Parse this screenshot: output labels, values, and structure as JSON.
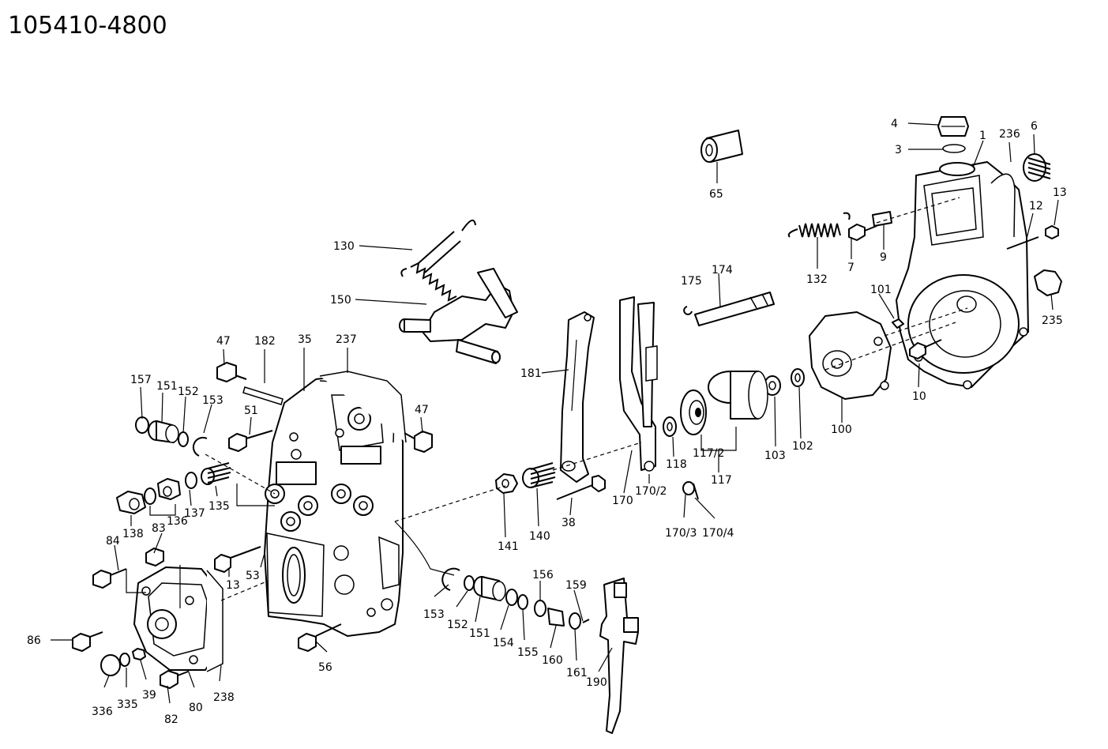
{
  "title": "105410-4800",
  "callouts": {
    "c4": "4",
    "c3": "3",
    "c1": "1",
    "c236": "236",
    "c6": "6",
    "c13a": "13",
    "c12": "12",
    "c235": "235",
    "c65": "65",
    "c132": "132",
    "c7": "7",
    "c9": "9",
    "c101": "101",
    "c10": "10",
    "c100": "100",
    "c102": "102",
    "c103": "103",
    "c175": "175",
    "c174": "174",
    "c130": "130",
    "c150": "150",
    "c181": "181",
    "c118": "118",
    "c1172": "117/2",
    "c117": "117",
    "c170": "170",
    "c1702": "170/2",
    "c1703": "170/3",
    "c1704": "170/4",
    "c47a": "47",
    "c182": "182",
    "c35": "35",
    "c237": "237",
    "c47b": "47",
    "c157": "157",
    "c151a": "151",
    "c152a": "152",
    "c153a": "153",
    "c51": "51",
    "c138": "138",
    "c136": "136",
    "c137": "137",
    "c135": "135",
    "c141": "141",
    "c140": "140",
    "c38": "38",
    "c84": "84",
    "c83": "83",
    "c13b": "13",
    "c53": "53",
    "c86": "86",
    "c336": "336",
    "c335": "335",
    "c39": "39",
    "c82": "82",
    "c80": "80",
    "c238": "238",
    "c56": "56",
    "c153b": "153",
    "c152b": "152",
    "c151b": "151",
    "c154": "154",
    "c155": "155",
    "c156": "156",
    "c160": "160",
    "c159": "159",
    "c161": "161",
    "c190": "190"
  }
}
